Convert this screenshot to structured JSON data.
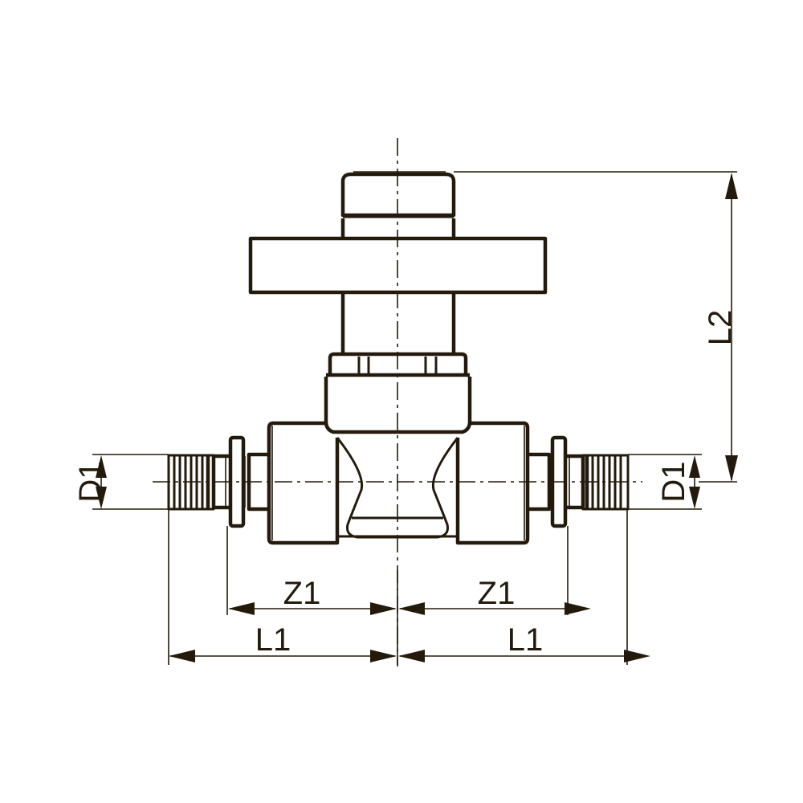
{
  "drawing": {
    "subject": "Valve fitting technical dimension drawing",
    "line_color": "#231a0c",
    "background": "#ffffff",
    "dimensions": {
      "left_thread_diameter": "D1",
      "right_thread_diameter": "D1",
      "left_face_to_center": "Z1",
      "right_face_to_center": "Z1",
      "left_end_to_center": "L1",
      "right_end_to_center": "L1",
      "height_axis_to_top": "L2"
    }
  }
}
